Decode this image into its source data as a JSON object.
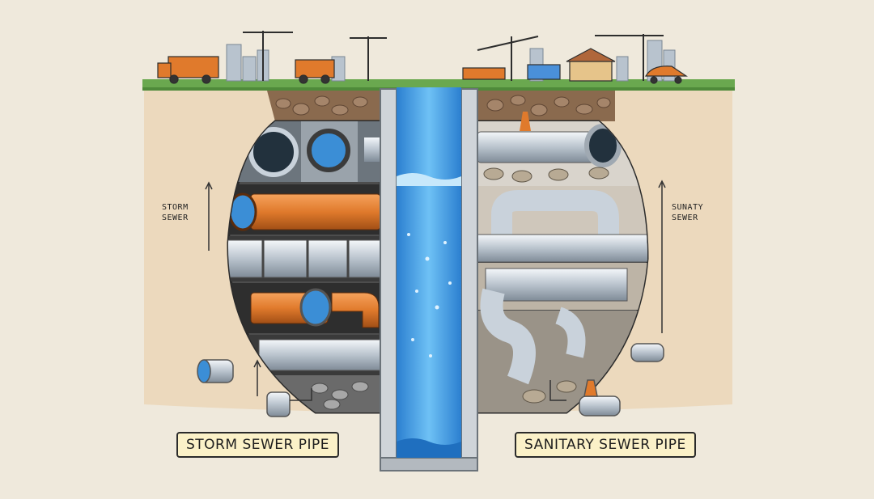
{
  "labels": {
    "storm_side_line1": "STORM",
    "storm_side_line2": "SEWER",
    "sanitary_side_line1": "SUNATY",
    "sanitary_side_line2": "SEWER",
    "storm_pill": "STORM SEWER PIPE",
    "sanitary_pill": "SANITARY SEWER PIPE"
  },
  "colors": {
    "background": "#efe9dc",
    "soil": "#ecd9bd",
    "grass": "#6aa84f",
    "water": "#3f9fe6",
    "pipe_orange": "#e07a2c",
    "pipe_steel": "#c9d2db",
    "label_fill": "#fbf1c8"
  }
}
